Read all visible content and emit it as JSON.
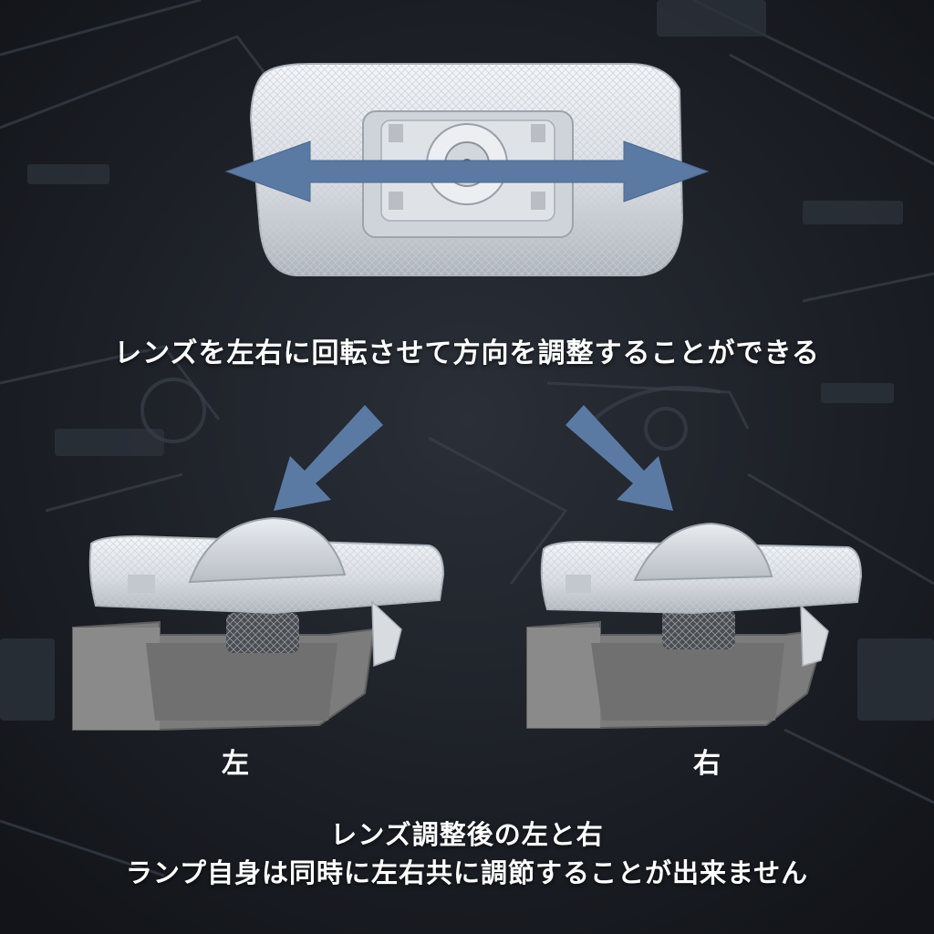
{
  "caption_main": "レンズを左右に回転させて方向を調整することができる",
  "label_left": "左",
  "label_right": "右",
  "note_line1": "レンズ調整後の左と右",
  "note_line2": "ランプ自身は同時に左右共に調節することが出来ません",
  "colors": {
    "background": "#1b1f26",
    "arrow": "#5b7aa3",
    "text": "#ffffff",
    "housing": "#7b7b7b",
    "lens": "#e6e9ee"
  },
  "icons": {
    "top_arrow": "double-headed-horizontal-arrow",
    "left_arrow": "diagonal-arrow-down-left",
    "right_arrow": "diagonal-arrow-down-right"
  }
}
